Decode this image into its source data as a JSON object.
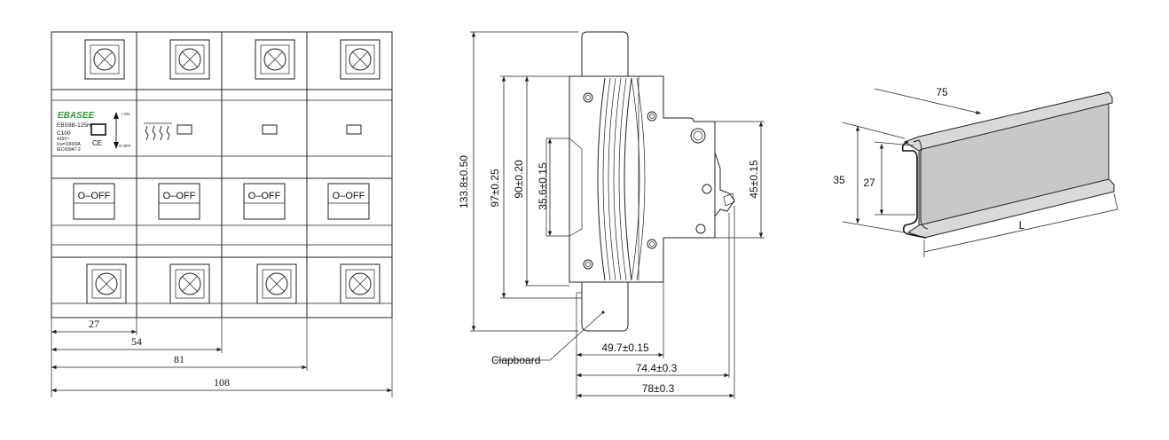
{
  "breaker": {
    "brand": "EBASEE",
    "model": "EBS9B-125H",
    "rating": "C100",
    "spec_lines": [
      "415V~",
      "Icu=10000A",
      "IEC60947-2"
    ],
    "ce_mark": "CE",
    "on_label": "I ON",
    "off_label": "O OFF",
    "switch_label": "O–OFF",
    "brand_color": "#2e9a3a",
    "dims": [
      "27",
      "54",
      "81",
      "108"
    ]
  },
  "side": {
    "dims_vertical": [
      "133.8±0.50",
      "97±0.25",
      "90±0.20",
      "35.6±0.15",
      "45±0.15"
    ],
    "dims_horizontal": [
      "49.7±0.15",
      "74.4±0.3",
      "78±0.3"
    ],
    "clapboard_label": "Clapboard"
  },
  "rail": {
    "width_label": "75",
    "height_label": "35",
    "inner_label": "27",
    "length_label": "L",
    "fill_color": "#c8c8c8"
  }
}
